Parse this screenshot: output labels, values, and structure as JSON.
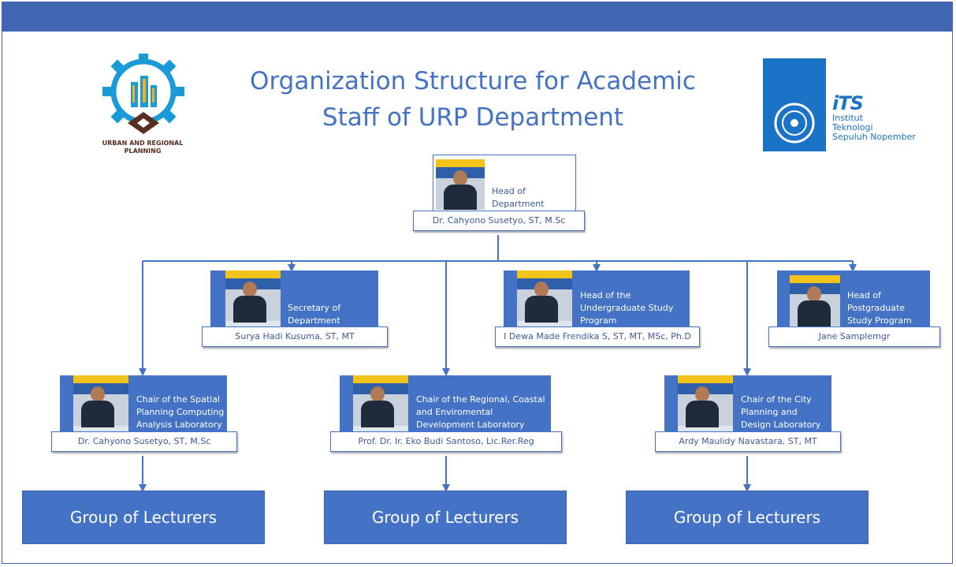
{
  "title": "Organization Structure for Academic Staff of URP Department",
  "logos": {
    "left_text": "URBAN AND REGIONAL PLANNING",
    "right_big": "iTS",
    "right_line1": "Institut",
    "right_line2": "Teknologi",
    "right_line3": "Sepuluh Nopember"
  },
  "head": {
    "role": "Head of Department",
    "name": "Dr. Cahyono Susetyo, ST, M.Sc"
  },
  "secretary": {
    "role": "Secretary of Department",
    "name": "Surya Hadi Kusuma, ST, MT"
  },
  "undergrad": {
    "role": "Head of the Undergraduate Study Program",
    "name": "I Dewa Made Frendika S, ST, MT, MSc, Ph.D"
  },
  "postgrad": {
    "role": "Head of Postgraduate Study Program",
    "name": "Jane Samplemgr"
  },
  "lab_spatial": {
    "role": "Chair of the Spatial Planning Computing Analysis Laboratory",
    "name": "Dr. Cahyono Susetyo, ST, M.Sc"
  },
  "lab_regional": {
    "role": "Chair of the Regional, Coastal and Enviromental Development Laboratory",
    "name": "Prof. Dr. Ir. Eko Budi Santoso, Lic.Rer.Reg"
  },
  "lab_city": {
    "role": "Chair of the City Planning and Design Laboratory",
    "name": "Ardy Maulidy Navastara, ST, MT"
  },
  "groups": [
    "Group of Lecturers",
    "Group of Lecturers",
    "Group of Lecturers"
  ],
  "colors": {
    "accent": "#4472c4",
    "bar": "#4167b3",
    "its_blue": "#1a73c6",
    "urp_brown": "#5a2e20",
    "urp_gold": "#f2b21b"
  }
}
